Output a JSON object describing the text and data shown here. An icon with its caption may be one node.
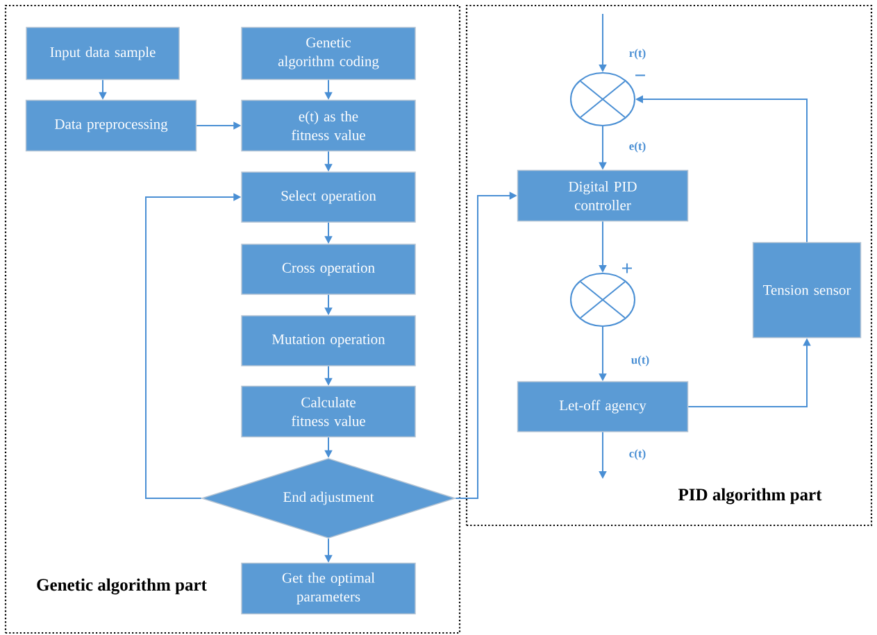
{
  "diagram": {
    "nodes": [
      {
        "text": [
          "Genetic algorithm part"
        ]
      },
      {
        "text": [
          "PID algorithm part"
        ]
      },
      {
        "text": [
          "Input data sample"
        ],
        "in": 0
      },
      {
        "text": [
          "Genetic algorithm coding"
        ],
        "in": 0
      },
      {
        "text": [
          "Data preprocessing"
        ],
        "in": 0
      },
      {
        "text": [
          "e(t) as the fitness value"
        ],
        "in": 0
      },
      {
        "text": [
          "Select operation"
        ],
        "in": 0
      },
      {
        "text": [
          "Cross operation"
        ],
        "in": 0
      },
      {
        "text": [
          "Mutation operation"
        ],
        "in": 0
      },
      {
        "text": [
          "Calculate fitness value"
        ],
        "in": 0
      },
      {
        "text": [
          "End adjustment"
        ],
        "in": 0
      },
      {
        "text": [
          "Get the optimal parameters"
        ],
        "in": 0
      },
      {
        "text": [],
        "shape": "circle",
        "beside": [
          "−"
        ],
        "in": 1
      },
      {
        "text": [
          "Digital PID controller"
        ],
        "in": 1
      },
      {
        "text": [],
        "shape": "circle",
        "beside": [
          "+"
        ],
        "in": 1
      },
      {
        "text": [
          "Tension sensor"
        ],
        "in": 1
      },
      {
        "text": [
          "Let-off agency"
        ],
        "in": 1
      }
    ],
    "edges": [
      {
        "from": 2,
        "to": 4,
        "arrow": "to"
      },
      {
        "from": 3,
        "to": 5,
        "arrow": "to"
      },
      {
        "from": 4,
        "to": 5,
        "arrow": "to"
      },
      {
        "from": 5,
        "to": 6,
        "arrow": "to"
      },
      {
        "from": 6,
        "to": 7,
        "arrow": "to"
      },
      {
        "from": 7,
        "to": 8,
        "arrow": "to"
      },
      {
        "from": 8,
        "to": 9,
        "arrow": "to"
      },
      {
        "from": 9,
        "to": 10,
        "arrow": "to"
      },
      {
        "from": 10,
        "to": 6,
        "arrow": "to"
      },
      {
        "from": 10,
        "to": 11,
        "arrow": "to"
      },
      {
        "from": 10,
        "to": 13,
        "arrow": "to"
      },
      {
        "from": null,
        "to": 12,
        "label": "r(t)",
        "arrow": "to"
      },
      {
        "from": 12,
        "to": 13,
        "label": "e(t)",
        "arrow": "to"
      },
      {
        "from": 13,
        "to": 14,
        "arrow": "to"
      },
      {
        "from": 14,
        "to": 16,
        "label": "u(t)",
        "arrow": "to"
      },
      {
        "from": 16,
        "to": null,
        "label": "c(t)",
        "arrow": "to"
      },
      {
        "from": 16,
        "to": 15,
        "arrow": "to"
      },
      {
        "from": 15,
        "to": 12,
        "arrow": "to"
      }
    ]
  }
}
